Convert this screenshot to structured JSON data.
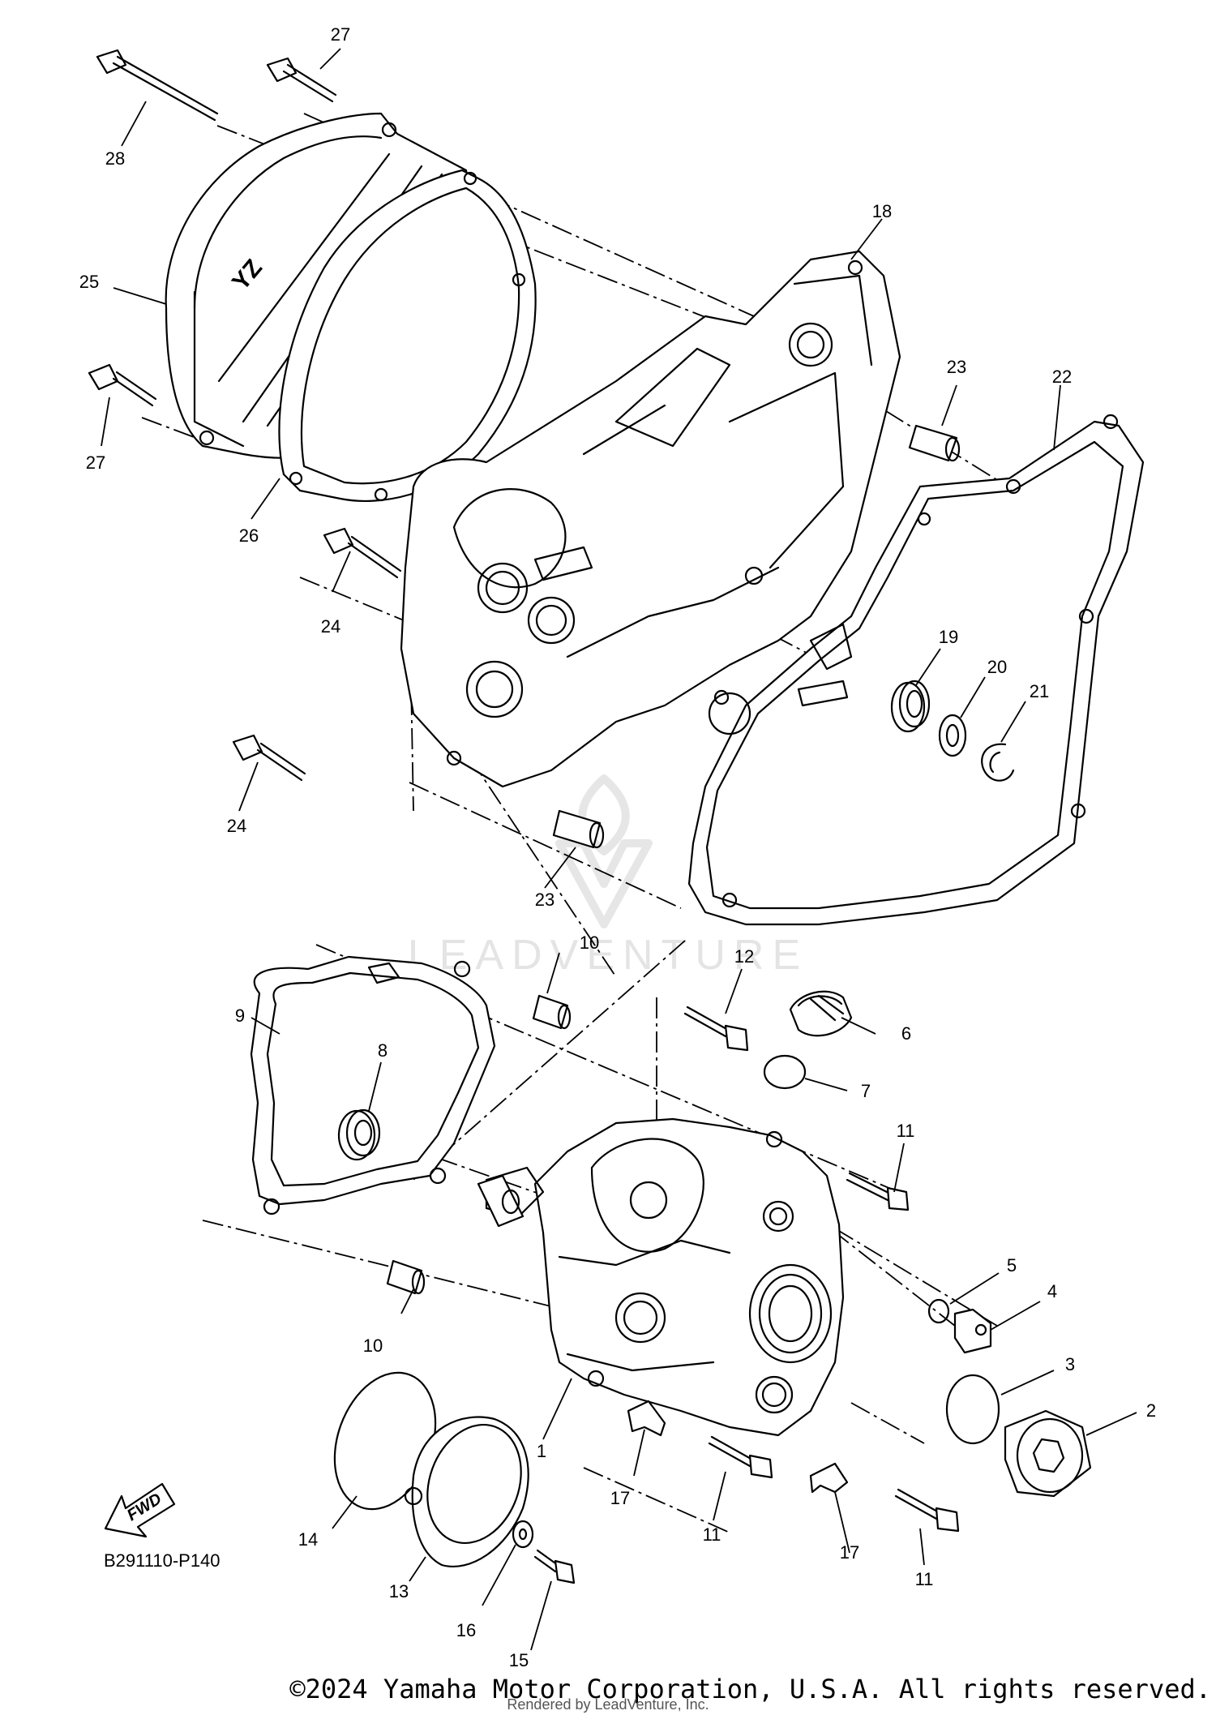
{
  "diagram_code": "B291110-P140",
  "fwd_label": "FWD",
  "watermark": "LEADVENTURE",
  "copyright": "©2024 Yamaha Motor Corporation, U.S.A. All rights reserved.",
  "rendered_by": "Rendered by LeadVenture, Inc.",
  "callouts": {
    "c1": "1",
    "c2": "2",
    "c3": "3",
    "c4": "4",
    "c5": "5",
    "c6": "6",
    "c7": "7",
    "c8": "8",
    "c9": "9",
    "c10": "10",
    "c11": "11",
    "c12": "12",
    "c13": "13",
    "c14": "14",
    "c15": "15",
    "c16": "16",
    "c17": "17",
    "c18": "18",
    "c19": "19",
    "c20": "20",
    "c21": "21",
    "c22": "22",
    "c23": "23",
    "c24": "24",
    "c25": "25",
    "c26": "26",
    "c27": "27",
    "c28": "28"
  }
}
